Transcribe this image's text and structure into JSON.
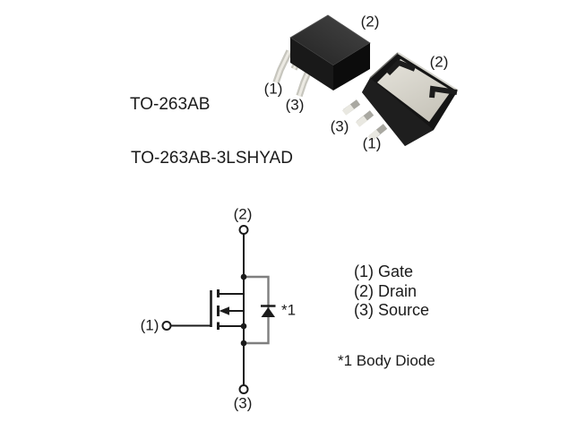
{
  "titles": {
    "package": "TO-263AB",
    "package_variant": "TO-263AB-3LSHYAD"
  },
  "photo_left": {
    "pin1": "(1)",
    "pin2": "(2)",
    "pin3": "(3)"
  },
  "photo_right": {
    "pin1": "(1)",
    "pin2": "(2)",
    "pin3": "(3)"
  },
  "schematic": {
    "drain": "(2)",
    "gate": "(1)",
    "source": "(3)",
    "diode_marker": "*1"
  },
  "legend": {
    "items": [
      "(1) Gate",
      "(2) Drain",
      "(3) Source"
    ],
    "footnote": "*1 Body Diode"
  },
  "colors": {
    "background": "#ffffff",
    "text": "#1b1b1b",
    "schematic_line": "#1b1b1b",
    "body_diode_loop": "#7f7f7f",
    "package_body": "#1a1a1a",
    "package_lead": "#d2d1c9",
    "metal_tab": "#d9d6cd"
  }
}
